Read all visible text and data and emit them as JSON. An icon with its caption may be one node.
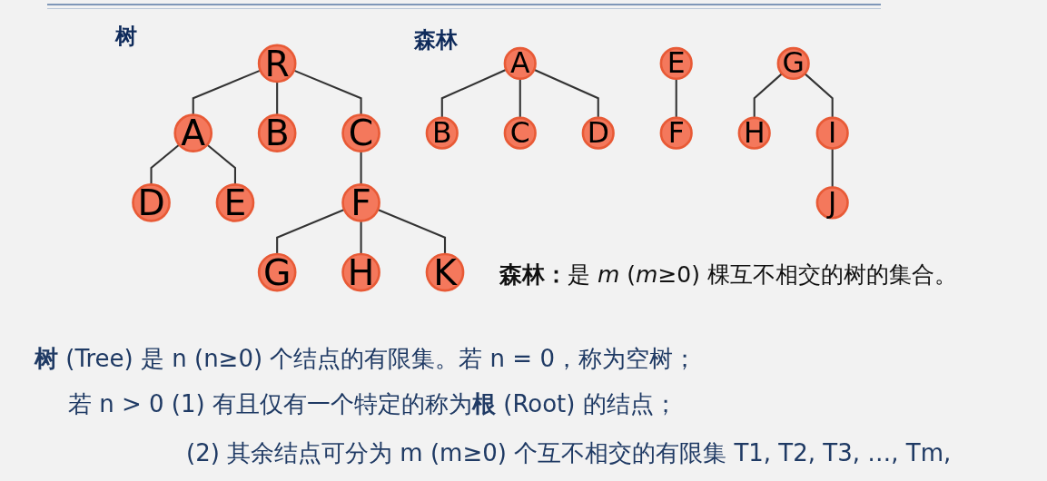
{
  "diagram": {
    "nodes": [
      {
        "text": [
          "R"
        ]
      },
      {
        "text": [
          "A"
        ]
      },
      {
        "text": [
          "B"
        ]
      },
      {
        "text": [
          "C"
        ]
      },
      {
        "text": [
          "D"
        ]
      },
      {
        "text": [
          "E"
        ]
      },
      {
        "text": [
          "F"
        ]
      },
      {
        "text": [
          "G"
        ]
      },
      {
        "text": [
          "H"
        ]
      },
      {
        "text": [
          "K"
        ]
      },
      {
        "text": [
          "A"
        ]
      },
      {
        "text": [
          "E"
        ]
      },
      {
        "text": [
          "G"
        ]
      },
      {
        "text": [
          "B"
        ]
      },
      {
        "text": [
          "C"
        ]
      },
      {
        "text": [
          "D"
        ]
      },
      {
        "text": [
          "F"
        ]
      },
      {
        "text": [
          "H"
        ]
      },
      {
        "text": [
          "I"
        ]
      },
      {
        "text": [
          "J"
        ]
      }
    ],
    "edges": [
      {
        "from": 0,
        "to": 1,
        "arrow": "none"
      },
      {
        "from": 0,
        "to": 2,
        "arrow": "none"
      },
      {
        "from": 0,
        "to": 3,
        "arrow": "none"
      },
      {
        "from": 1,
        "to": 4,
        "arrow": "none"
      },
      {
        "from": 1,
        "to": 5,
        "arrow": "none"
      },
      {
        "from": 3,
        "to": 6,
        "arrow": "none"
      },
      {
        "from": 6,
        "to": 7,
        "arrow": "none"
      },
      {
        "from": 6,
        "to": 8,
        "arrow": "none"
      },
      {
        "from": 6,
        "to": 9,
        "arrow": "none"
      },
      {
        "from": 10,
        "to": 13,
        "arrow": "none"
      },
      {
        "from": 10,
        "to": 14,
        "arrow": "none"
      },
      {
        "from": 10,
        "to": 15,
        "arrow": "none"
      },
      {
        "from": 11,
        "to": 16,
        "arrow": "none"
      },
      {
        "from": 12,
        "to": 17,
        "arrow": "none"
      },
      {
        "from": 12,
        "to": 18,
        "arrow": "none"
      },
      {
        "from": 18,
        "to": 19,
        "arrow": "none"
      }
    ],
    "labels": [
      "树",
      "森林",
      "**森林：**是 *m* (*m*≥0) 棵互不相交的树的集合。",
      "**树** (Tree) 是 n (n≥0) 个结点的有限集。若 n = 0，称为空树；",
      "若 n > 0 (1) 有且仅有一个特定的称为**根** (Root) 的结点；",
      "(2) 其余结点可分为 m (m≥0) 个互不相交的有限集 T1, T2, T3, …, Tm,"
    ]
  }
}
